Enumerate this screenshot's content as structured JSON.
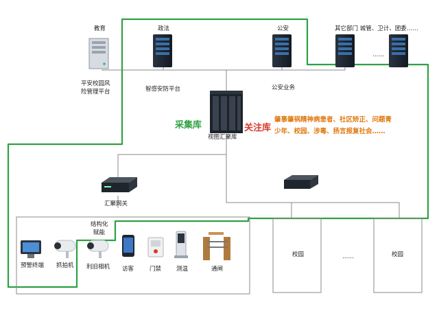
{
  "top_nodes": {
    "education": {
      "title": "教育",
      "caption_line1": "平安校园风",
      "caption_line2": "险管理平台"
    },
    "law": {
      "title": "政法",
      "caption": "智感安防平台"
    },
    "police": {
      "title": "公安",
      "caption": "公安业务"
    },
    "other": {
      "title": "其它部门  城管、卫计、团委……",
      "ellipsis": "……"
    }
  },
  "center": {
    "collect_label": "采集库",
    "focus_label": "关注库",
    "hub_caption": "视图汇聚库",
    "focus_desc_line1": "肇事肇祸精神病患者、社区矫正、问题青",
    "focus_desc_line2": "少年、校园、涉毒、扬言报复社会……"
  },
  "gateway": {
    "caption": "汇聚网关"
  },
  "school_box": {
    "structure_label_line1": "结构化",
    "structure_label_line2": "赋能",
    "devices": [
      {
        "label": "预警终端",
        "icon": "tablet-icon"
      },
      {
        "label": "抓拍机",
        "icon": "bullet-camera-icon"
      },
      {
        "label": "利旧相机",
        "icon": "bullet-camera-icon"
      },
      {
        "label": "访客",
        "icon": "phone-icon"
      },
      {
        "label": "门禁",
        "icon": "access-control-icon"
      },
      {
        "label": "测温",
        "icon": "temperature-kiosk-icon"
      },
      {
        "label": "通闸",
        "icon": "turnstile-icon"
      }
    ]
  },
  "campus": {
    "left": "校园",
    "middle": "……",
    "right": "校园"
  },
  "colors": {
    "green_boundary": "#2ea043",
    "connector": "#8a8a8a",
    "collect": "#2ea043",
    "focus": "#d8392b",
    "focus_desc": "#e07a12"
  }
}
